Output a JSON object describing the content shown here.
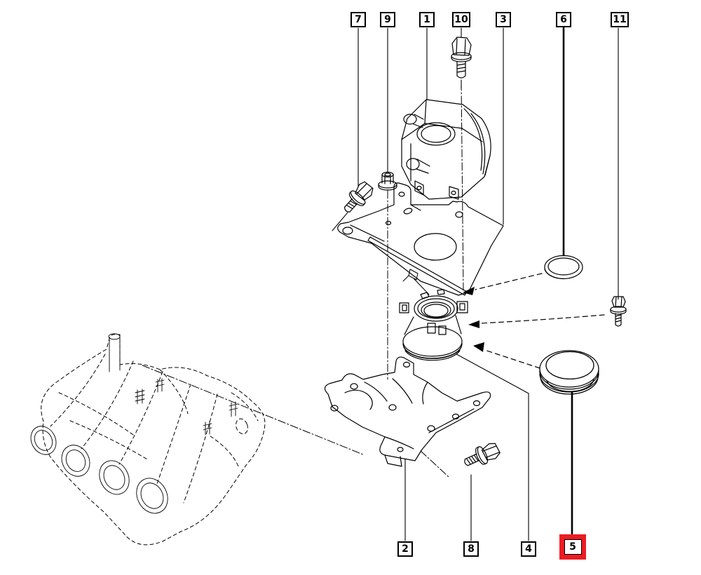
{
  "diagram": {
    "background": "#ffffff",
    "line_color": "#000000",
    "highlight_color": "#ed1c24",
    "kind": "exploded-parts-diagram"
  },
  "callouts": [
    {
      "number": "7",
      "highlighted": false
    },
    {
      "number": "9",
      "highlighted": false
    },
    {
      "number": "1",
      "highlighted": false
    },
    {
      "number": "10",
      "highlighted": false
    },
    {
      "number": "3",
      "highlighted": false
    },
    {
      "number": "6",
      "highlighted": false
    },
    {
      "number": "11",
      "highlighted": false
    },
    {
      "number": "2",
      "highlighted": false
    },
    {
      "number": "8",
      "highlighted": false
    },
    {
      "number": "4",
      "highlighted": false
    },
    {
      "number": "5",
      "highlighted": true
    }
  ]
}
